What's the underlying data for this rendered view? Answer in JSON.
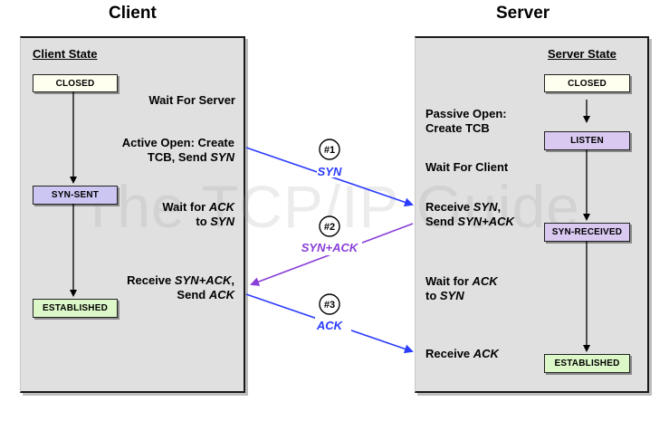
{
  "titles": {
    "client": "Client",
    "server": "Server"
  },
  "client": {
    "heading": "Client State",
    "states": {
      "closed": "CLOSED",
      "syn_sent": "SYN-SENT",
      "established": "ESTABLISHED"
    },
    "labels": {
      "wait_server": [
        {
          "t": "Wait For Server"
        }
      ],
      "active_open_1": [
        {
          "t": "Active Open: Create"
        }
      ],
      "active_open_2": [
        {
          "t": "TCB, Send "
        },
        {
          "t": "SYN",
          "i": true
        }
      ],
      "wait_ack_1": [
        {
          "t": "Wait for "
        },
        {
          "t": "ACK",
          "i": true
        }
      ],
      "wait_ack_2": [
        {
          "t": "to "
        },
        {
          "t": "SYN",
          "i": true
        }
      ],
      "receive_1": [
        {
          "t": "Receive "
        },
        {
          "t": "SYN+ACK",
          "i": true
        },
        {
          "t": ","
        }
      ],
      "receive_2": [
        {
          "t": "Send "
        },
        {
          "t": "ACK",
          "i": true
        }
      ]
    }
  },
  "server": {
    "heading": "Server State",
    "states": {
      "closed": "CLOSED",
      "listen": "LISTEN",
      "syn_received": "SYN-RECEIVED",
      "established": "ESTABLISHED"
    },
    "labels": {
      "passive_1": [
        {
          "t": "Passive Open:"
        }
      ],
      "passive_2": [
        {
          "t": "Create TCB"
        }
      ],
      "wait_client": [
        {
          "t": "Wait For Client"
        }
      ],
      "receive_syn_1": [
        {
          "t": "Receive "
        },
        {
          "t": "SYN",
          "i": true
        },
        {
          "t": ","
        }
      ],
      "receive_syn_2": [
        {
          "t": "Send "
        },
        {
          "t": "SYN+ACK",
          "i": true
        }
      ],
      "wait_ack_1": [
        {
          "t": "Wait for "
        },
        {
          "t": "ACK",
          "i": true
        }
      ],
      "wait_ack_2": [
        {
          "t": "to "
        },
        {
          "t": "SYN",
          "i": true
        }
      ],
      "receive_ack": [
        {
          "t": "Receive "
        },
        {
          "t": "ACK",
          "i": true
        }
      ]
    }
  },
  "messages": [
    {
      "badge": "#1",
      "label": "SYN",
      "color": "#2b3cff"
    },
    {
      "badge": "#2",
      "label": "SYN+ACK",
      "color": "#8a3fd8"
    },
    {
      "badge": "#3",
      "label": "ACK",
      "color": "#2b3cff"
    }
  ],
  "watermark": "The TCP/IP Guide",
  "colors": {
    "panel": "#e0e0e0",
    "closed_box": "#fffff0",
    "syn_box": "#ccc6f2",
    "established_box": "#dcf7c8",
    "listen_box": "#d9c8f0"
  }
}
